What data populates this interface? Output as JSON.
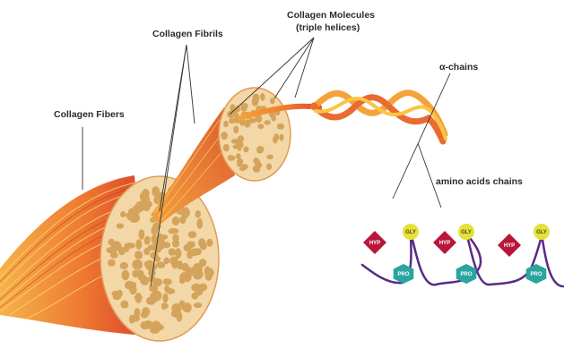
{
  "labels": {
    "fibers": "Collagen Fibers",
    "fibrils": "Collagen Fibrils",
    "molecules_line1": "Collagen Molecules",
    "molecules_line2": "(triple helices)",
    "alpha_chains": "α-chains",
    "amino_acids": "amino acids chains"
  },
  "amino_units": [
    {
      "hyp": "HYP",
      "gly": "GLY",
      "pro": "PRO"
    },
    {
      "hyp": "HYP",
      "gly": "GLY",
      "pro": "PRO"
    },
    {
      "hyp": "HYP",
      "gly": "GLY",
      "pro": "PRO"
    }
  ],
  "colors": {
    "fiber_orange": "#f08a3a",
    "fiber_red": "#d9432b",
    "cross_section": "#f3d7a6",
    "blob": "#d4a45c",
    "hyp": "#b8173b",
    "gly": "#e4e23a",
    "pro": "#2aa5a0",
    "chain": "#5a2a86"
  }
}
